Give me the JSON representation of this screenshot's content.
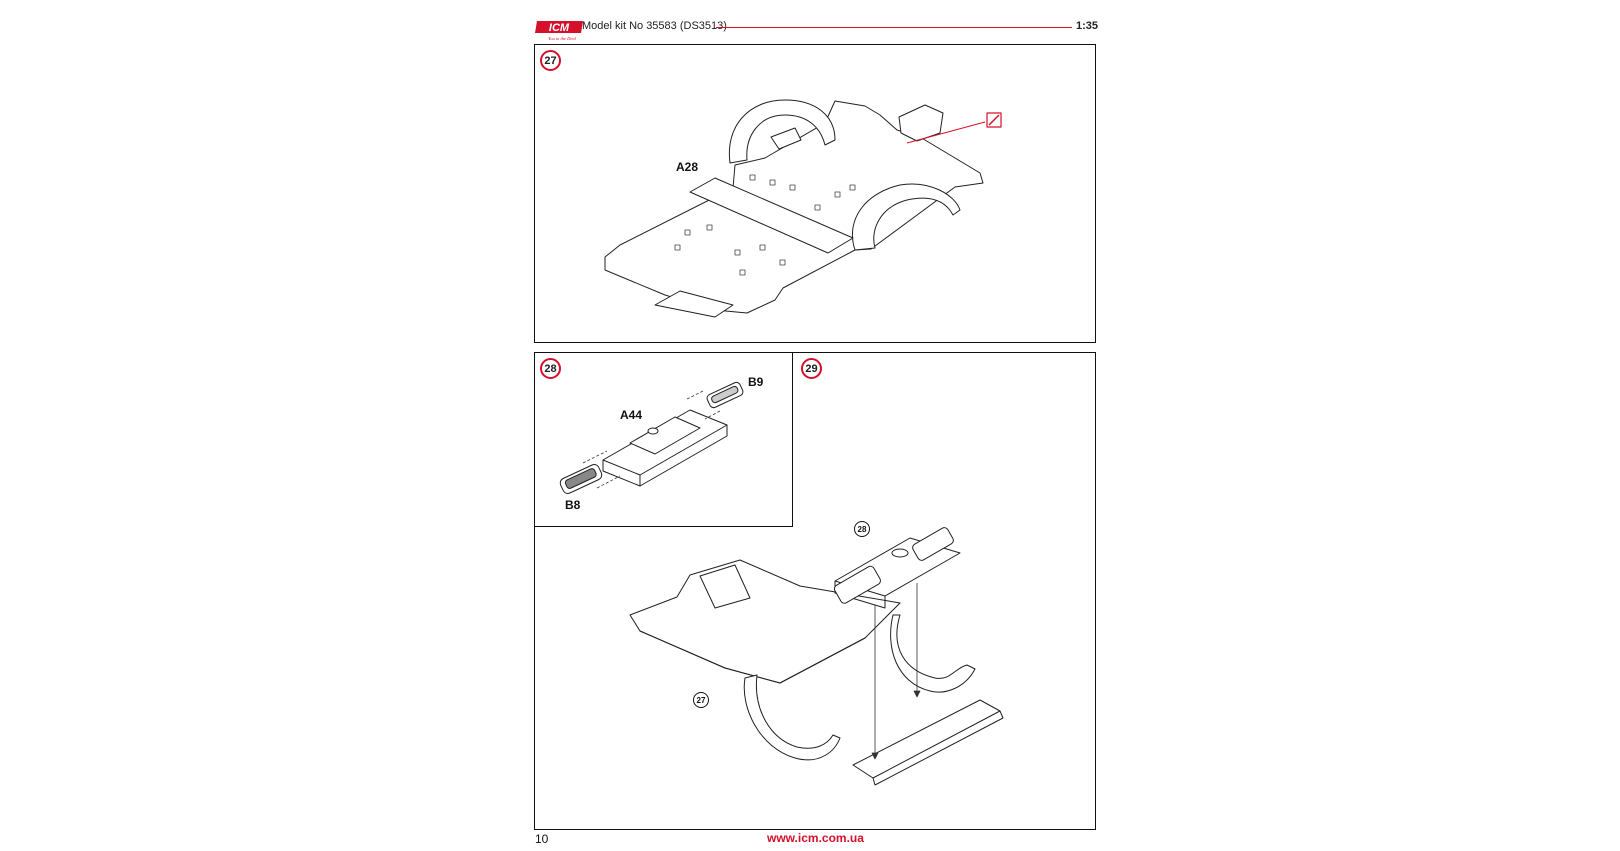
{
  "header": {
    "logo_text": "ICM",
    "logo_tagline": "You in the Deal",
    "kit_title": "Model kit No 35583 (DS3513)",
    "scale": "1:35",
    "accent_color": "#d4102a"
  },
  "steps": [
    {
      "number": "27",
      "parts": [
        "A28"
      ],
      "icons": [
        "glue-icon"
      ]
    },
    {
      "number": "28",
      "parts": [
        "A44",
        "B9",
        "B8"
      ]
    },
    {
      "number": "29",
      "subassembly_refs": [
        "28",
        "27"
      ]
    }
  ],
  "footer": {
    "page_number": "10",
    "website": "www.icm.com.ua"
  }
}
